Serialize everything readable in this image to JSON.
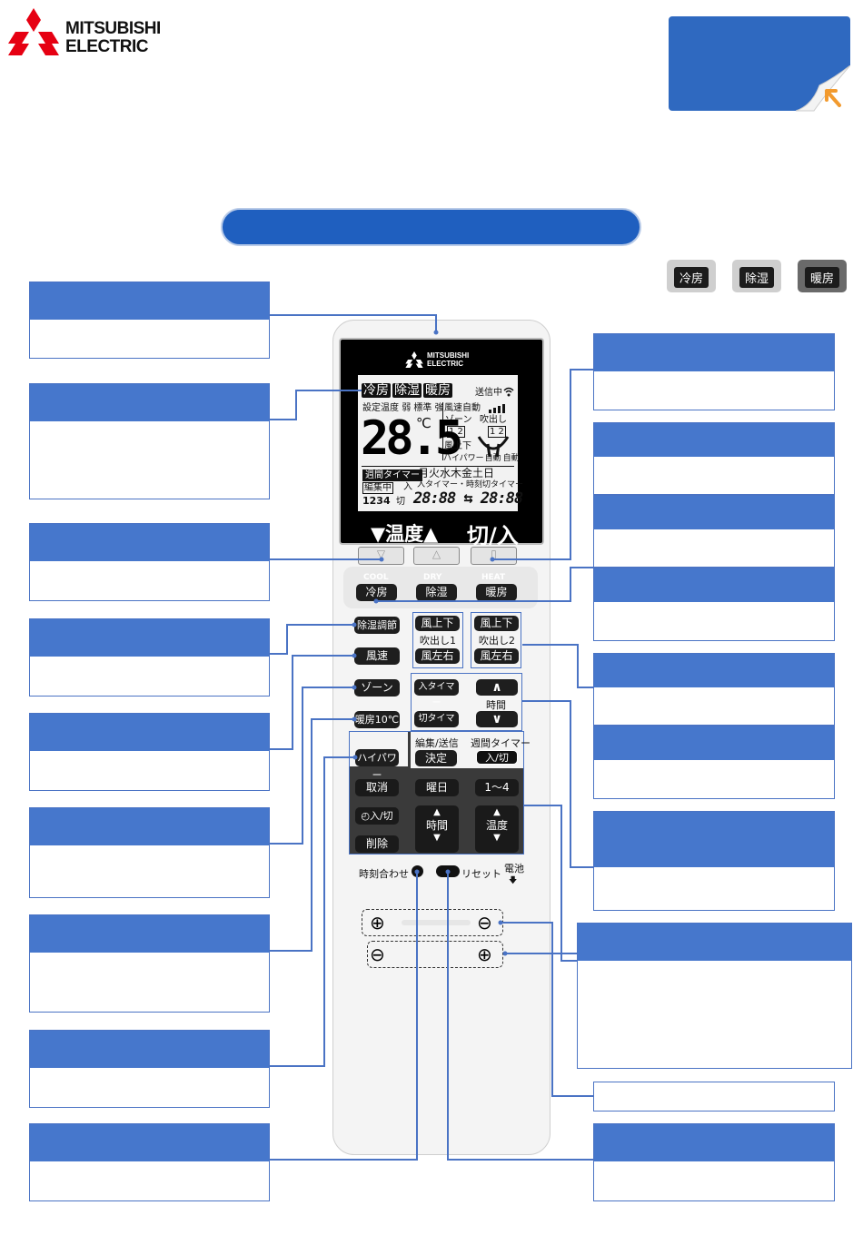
{
  "brand": {
    "line1": "MITSUBISHI",
    "line2": "ELECTRIC"
  },
  "remote_brand": {
    "line1": "MITSUBISHI",
    "line2": "ELECTRIC"
  },
  "mode_chips": [
    "冷房",
    "除湿",
    "暖房"
  ],
  "lcd": {
    "modes": [
      "冷房",
      "除湿",
      "暖房"
    ],
    "send": "送信中",
    "set_temp": "設定温度",
    "fan_levels": "弱 標準 強",
    "fan_auto": "風速自動",
    "zone": "ゾーン",
    "vent": "吹出し",
    "zone_nums": "1 2",
    "vent_nums": "1 2",
    "temp": "28.5",
    "unit": "℃",
    "wind_updown": "風上下",
    "hipower": "ハイパワー",
    "auto1": "自動",
    "auto2": "自動",
    "weekly_timer": "週間タイマー",
    "days": "月火水木金土日",
    "edit": "編集中",
    "on_mark": "入",
    "timer_row": "入タイマー・時刻切タイマー",
    "prog_nums": "1234",
    "off_mark": "切",
    "time_display": "28:88 ⇆ 28:88",
    "temp_label": "▼温度▲",
    "power_label": "切/入"
  },
  "buttons": {
    "cool_small": "COOL",
    "dry_small": "DRY",
    "heat_small": "HEAT",
    "cool": "冷房",
    "dry": "除湿",
    "heat": "暖房",
    "dehum_adjust": "除湿調節",
    "fan_speed": "風速",
    "zone": "ゾーン",
    "heat10": "暖房10℃",
    "hipower": "ハイパワー",
    "vent1_top": "風上下",
    "vent1_mid": "吹出し1",
    "vent1_bot": "風左右",
    "vent2_top": "風上下",
    "vent2_mid": "吹出し2",
    "vent2_bot": "風左右",
    "on_timer": "入タイマー",
    "off_timer": "切タイマー",
    "up": "∧",
    "hour": "時間",
    "down": "∨",
    "edit_send": "編集/送信",
    "confirm": "決定",
    "weekly_timer": "週間タイマー",
    "weekly_onoff": "入/切",
    "cancel": "取消",
    "weekday": "曜日",
    "one_to_four": "1〜4",
    "clock_onoff": "◴入/切",
    "delete": "削除",
    "time_arrow": "時間",
    "temp_arrow": "温度",
    "clock_set": "時刻合わせ",
    "reset": "リセット",
    "battery": "電池"
  },
  "battery": {
    "plus": "⊕",
    "minus": "⊖"
  },
  "colors": {
    "accent": "#4677cc",
    "header": "#1f5fbf",
    "badge": "#2f69c0",
    "lcd_bg": "#000000"
  }
}
